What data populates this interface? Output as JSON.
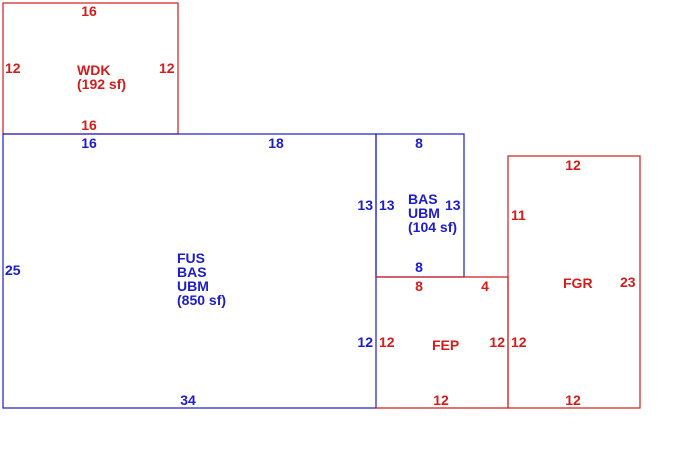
{
  "colors": {
    "blue": "#1c1cc8",
    "red": "#d41c1c"
  },
  "areas": [
    {
      "id": "wdk",
      "color": "red",
      "lines": [
        "WDK",
        "(192 sf)"
      ]
    },
    {
      "id": "main",
      "color": "blue",
      "lines": [
        "FUS",
        "BAS",
        "UBM",
        "(850 sf)"
      ]
    },
    {
      "id": "bas",
      "color": "blue",
      "lines": [
        "BAS",
        "UBM",
        "(104 sf)"
      ]
    },
    {
      "id": "fep",
      "color": "red",
      "lines": [
        "FEP"
      ]
    },
    {
      "id": "fgr",
      "color": "red",
      "lines": [
        "FGR"
      ]
    }
  ],
  "dimensions": {
    "wdk_top": "16",
    "wdk_left": "12",
    "wdk_right": "12",
    "wdk_bottom": "16",
    "main_top_left": "16",
    "main_top_right": "18",
    "main_left": "25",
    "main_bottom": "34",
    "main_right_upper": "13",
    "main_right_lower": "12",
    "bas_top": "8",
    "bas_left": "13",
    "bas_right": "13",
    "bas_bottom": "8",
    "fep_top_left": "8",
    "fep_top_right": "4",
    "fep_left": "12",
    "fep_right": "12",
    "fep_bottom": "12",
    "fgr_top": "12",
    "fgr_left_upper": "11",
    "fgr_left_lower": "12",
    "fgr_right": "23",
    "fgr_bottom": "12"
  }
}
